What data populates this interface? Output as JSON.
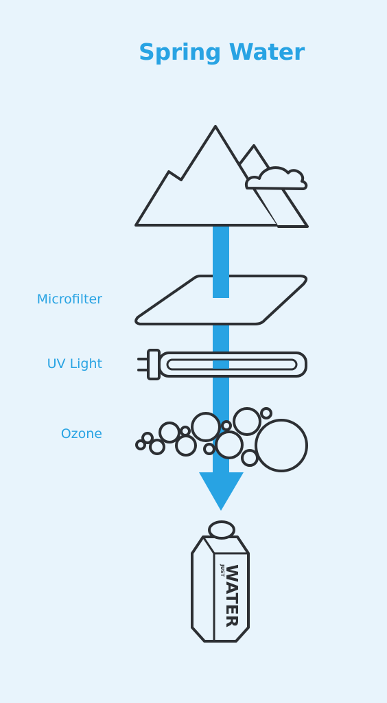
{
  "title": "Spring Water",
  "stages": [
    {
      "label": "Microfilter"
    },
    {
      "label": "UV Light"
    },
    {
      "label": "Ozone"
    }
  ],
  "bottle": {
    "brand_top": "JUST",
    "brand_main": "WATER"
  },
  "colors": {
    "background": "#e8f4fc",
    "accent": "#28a3e3",
    "outline": "#2c2f33",
    "fill": "#e8f4fc"
  }
}
